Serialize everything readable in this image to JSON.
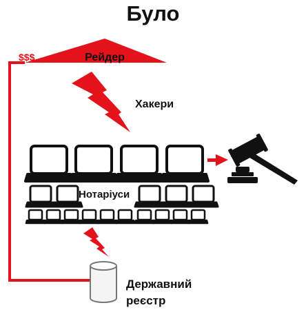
{
  "title": "Було",
  "raider": {
    "label": "Рейдер",
    "money": "$$$"
  },
  "hackers": {
    "label": "Хакери"
  },
  "notaries": {
    "label": "Нотаріуси"
  },
  "registry": {
    "label": "Державний реєстр"
  },
  "colors": {
    "accent": "#e3121b",
    "ink": "#111111",
    "screen": "#ffffff"
  },
  "icons": [
    "lightning-icon",
    "laptop-icon",
    "gavel-icon",
    "database-icon",
    "arrow-right-icon"
  ]
}
